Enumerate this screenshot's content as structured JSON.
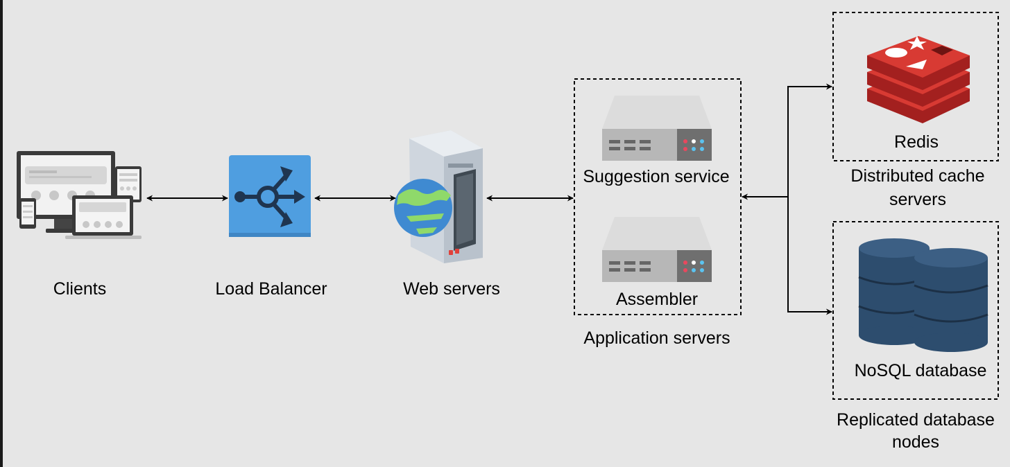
{
  "nodes": {
    "clients": "Clients",
    "load_balancer": "Load Balancer",
    "web_servers": "Web servers",
    "suggestion_service": "Suggestion service",
    "assembler": "Assembler",
    "application_servers": "Application servers",
    "redis": "Redis",
    "distributed_cache_line1": "Distributed cache",
    "distributed_cache_line2": "servers",
    "nosql_database": "NoSQL database",
    "replicated_line1": "Replicated database",
    "replicated_line2": "nodes"
  },
  "icons": {
    "clients": "devices-icon",
    "load_balancer": "load-balancer-icon",
    "web_servers": "web-server-globe-icon",
    "suggestion_service": "server-rack-icon",
    "assembler": "server-rack-icon",
    "redis": "redis-icon",
    "nosql_database": "database-cylinder-icon"
  },
  "colors": {
    "background": "#e6e6e6",
    "load_balancer": "#4f9ee0",
    "redis": "#c1282d",
    "database": "#2d4d6e",
    "arrow": "#000000"
  }
}
